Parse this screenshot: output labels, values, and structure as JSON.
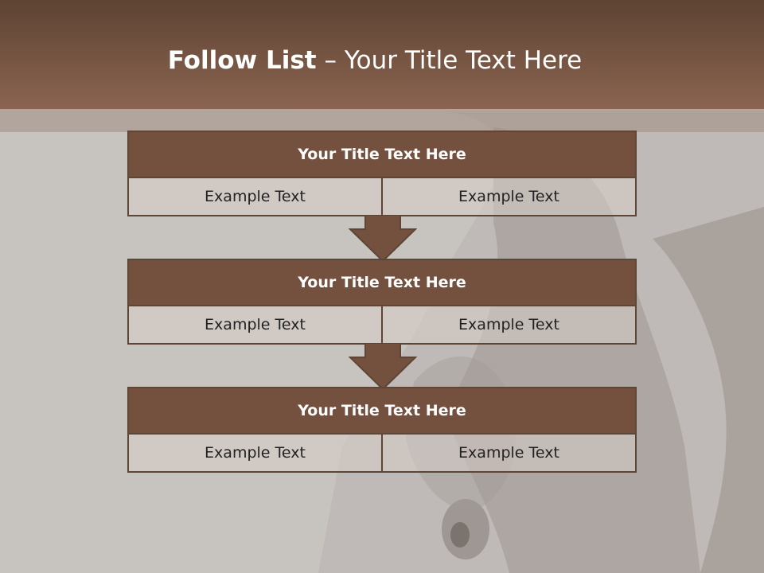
{
  "slide": {
    "title_bold": "Follow List",
    "title_rest": " – Your Title Text Here"
  },
  "blocks": [
    {
      "title": "Your Title Text Here",
      "left": "Example Text",
      "right": "Example Text"
    },
    {
      "title": "Your Title Text Here",
      "left": "Example Text",
      "right": "Example Text"
    },
    {
      "title": "Your Title Text Here",
      "left": "Example Text",
      "right": "Example Text"
    }
  ],
  "colors": {
    "header": "#8a6450",
    "block_header": "#74503f",
    "border": "#5e4636",
    "background": "#c7c3bf"
  }
}
